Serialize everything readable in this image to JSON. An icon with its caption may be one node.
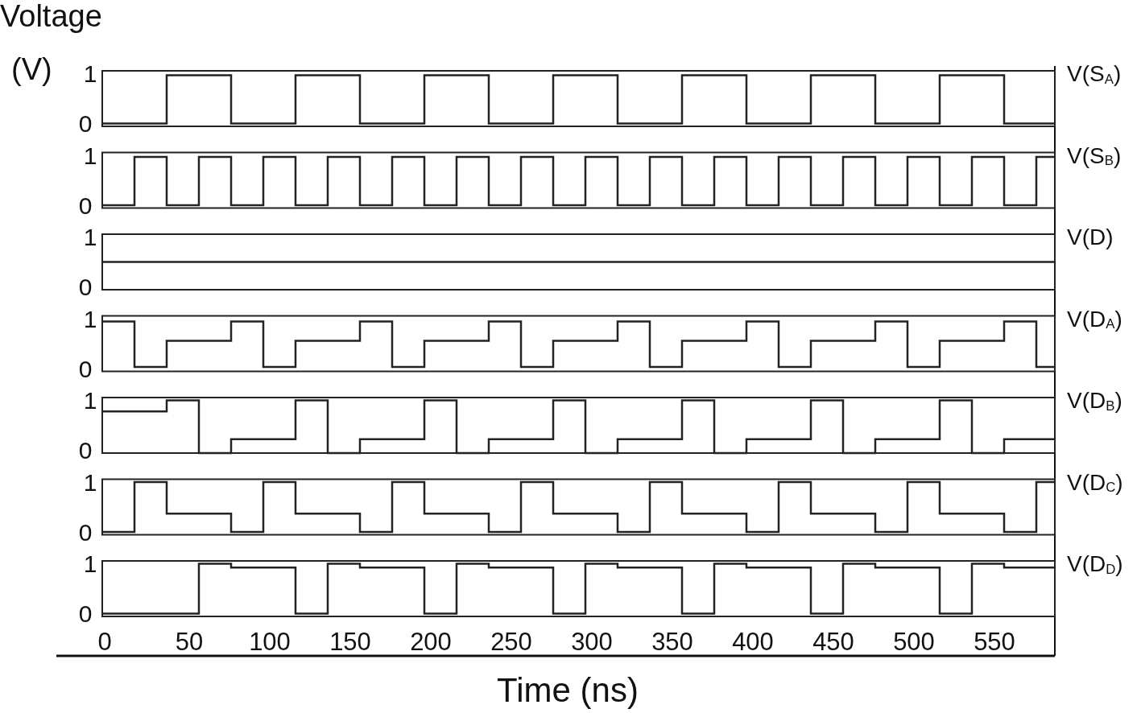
{
  "diagram": {
    "labels": [
      "Voltage",
      "(V)",
      "1",
      "V(S$_{A}$)",
      "0",
      "1",
      "V(S$_{B}$)",
      "0",
      "1",
      "V(D)",
      "0",
      "1",
      "V(D$_{A}$)",
      "0",
      "1",
      "V(D$_{B}$)",
      "0",
      "1",
      "V(D$_{C}$)",
      "0",
      "1",
      "V(D$_{D}$)",
      "0",
      "0",
      "50",
      "100",
      "150",
      "200",
      "250",
      "300",
      "350",
      "400",
      "450",
      "500",
      "550",
      "Time (ns)"
    ]
  }
}
